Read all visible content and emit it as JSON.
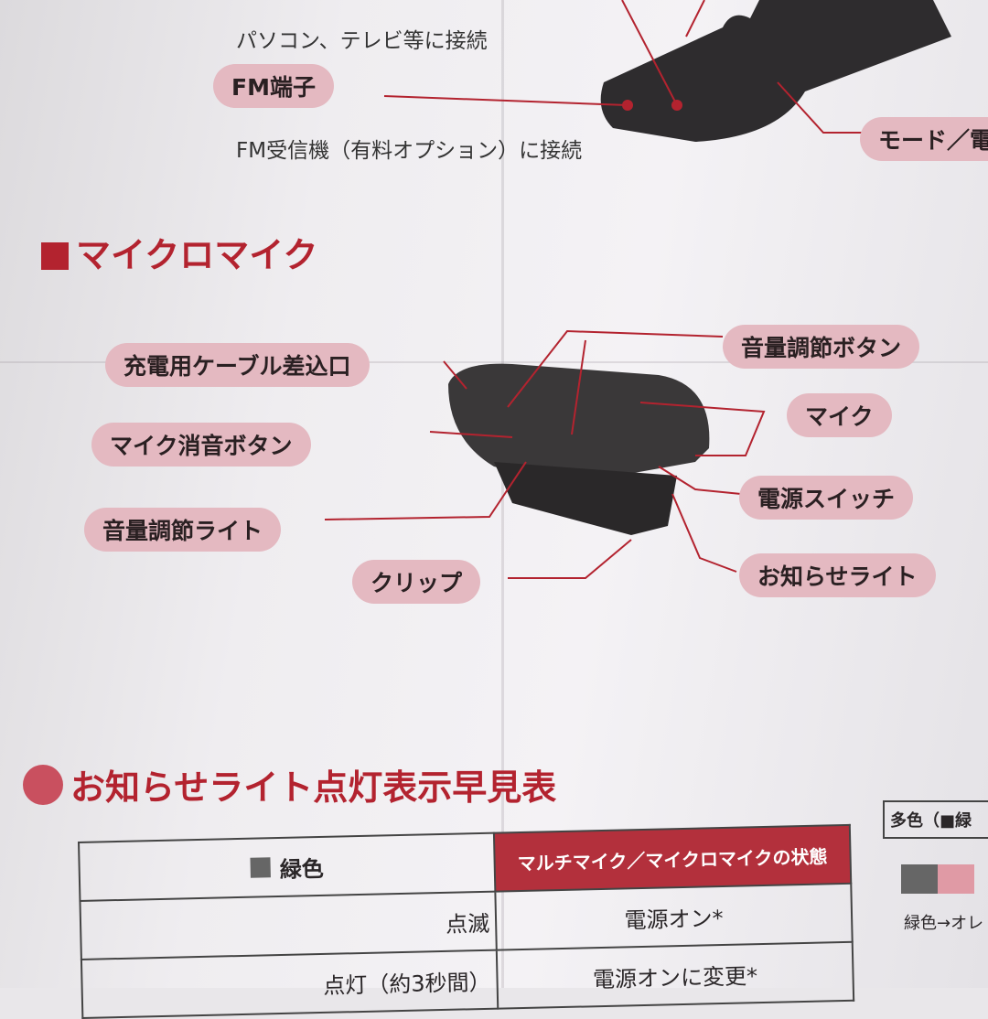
{
  "top": {
    "connect_pc": "パソコン、テレビ等に接続",
    "fm_label": "FM端子",
    "fm_desc": "FM受信機（有料オプション）に接続",
    "mode_label": "モード／電"
  },
  "micro_mic": {
    "title": "マイクロマイク",
    "labels": {
      "charge_port": "充電用ケーブル差込口",
      "volume_button": "音量調節ボタン",
      "mic": "マイク",
      "mute_button": "マイク消音ボタン",
      "power_switch": "電源スイッチ",
      "volume_light": "音量調節ライト",
      "notice_light": "お知らせライト",
      "clip": "クリップ"
    }
  },
  "light_table": {
    "title": "お知らせライト点灯表示早見表",
    "color_header": "緑色",
    "state_header": "マルチマイク／マイクロマイクの状態",
    "rows": [
      {
        "pattern": "点滅",
        "state": "電源オン*"
      },
      {
        "pattern": "点灯（約3秒間）",
        "state": "電源オンに変更*"
      }
    ],
    "side_header": "多色（■緑",
    "side_caption": "緑色→オレ"
  },
  "colors": {
    "accent": "#b3232f",
    "pill": "#e4b9c1"
  }
}
